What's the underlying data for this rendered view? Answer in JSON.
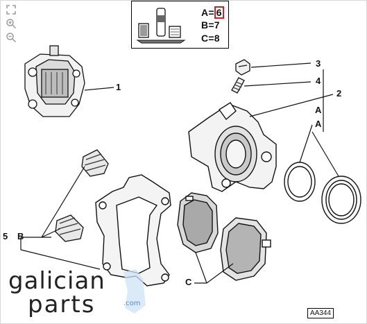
{
  "toolbar": {
    "items": [
      {
        "icon": "fit-screen-icon"
      },
      {
        "icon": "zoom-in-icon"
      },
      {
        "icon": "zoom-out-icon"
      }
    ]
  },
  "legend": {
    "lines": [
      {
        "key": "A",
        "value": "6",
        "highlighted": true
      },
      {
        "key": "B",
        "value": "7",
        "highlighted": false
      },
      {
        "key": "C",
        "value": "8",
        "highlighted": false
      }
    ]
  },
  "callouts": {
    "n1": "1",
    "n2": "2",
    "n3": "3",
    "n4": "4",
    "n5": "5",
    "a_upper": "A",
    "a_lower": "A",
    "b": "B",
    "c": "C"
  },
  "diagram_code": "AA344",
  "logo": {
    "line1": "galician",
    "line2": "parts",
    "domain": ".com"
  },
  "colors": {
    "legend_highlight": "#d21f1f",
    "logo_domain": "#4a8fd0",
    "watermark": "#cfe3f6"
  }
}
